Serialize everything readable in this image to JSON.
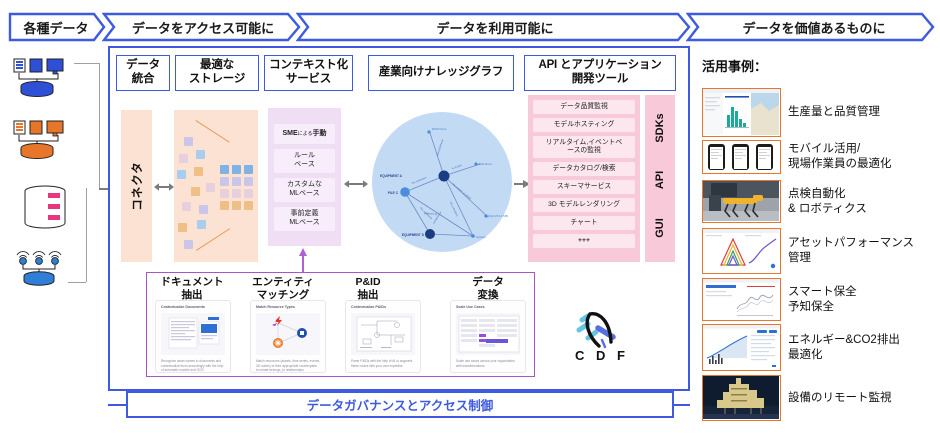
{
  "banner": {
    "steps": [
      {
        "id": "various-data",
        "text_plain": "各種データ",
        "prefix": "各種データ",
        "highlight": "",
        "suffix": ""
      },
      {
        "id": "make-accessible",
        "text_plain": "データをアクセス可能に",
        "prefix": "データを",
        "highlight": "アクセス可能に",
        "suffix": ""
      },
      {
        "id": "make-usable",
        "text_plain": "データを利用可能に",
        "prefix": "データを",
        "highlight": "利用可能",
        "suffix": "に"
      },
      {
        "id": "make-valuable",
        "text_plain": "データを価値あるものに",
        "prefix": "データを",
        "highlight": "価値あるもの",
        "suffix": "に"
      }
    ]
  },
  "platform": {
    "columns": [
      {
        "id": "data-integration",
        "label": "データ\n統合"
      },
      {
        "id": "optimal-storage",
        "label": "最適な\nストレージ"
      },
      {
        "id": "contextualization-service",
        "label": "コンテキスト化\nサービス"
      },
      {
        "id": "industrial-knowledge-graph",
        "label": "産業向けナレッジグラフ"
      },
      {
        "id": "api-and-app-dev-tools",
        "label": "API とアプリケーション\n開発ツール"
      }
    ],
    "connector_label": "コネクタ",
    "context_items": [
      {
        "id": "sme-manual",
        "main": "SME",
        "small": "による",
        "tail": "手動"
      },
      {
        "id": "rule-based",
        "main": "ルール\nベース"
      },
      {
        "id": "custom-ml",
        "main": "カスタムな\nMLベース"
      },
      {
        "id": "predefined-ml",
        "main": "事前定義\nMLベース"
      }
    ],
    "api_items": [
      {
        "id": "data-quality-monitoring",
        "label": "データ品質監視"
      },
      {
        "id": "model-hosting",
        "label": "モデルホスティング"
      },
      {
        "id": "realtime-event-monitoring",
        "label": "リアルタイム,イベントベ\nースの監視"
      },
      {
        "id": "data-catalog-search",
        "label": "データカタログ/検索"
      },
      {
        "id": "schema-service",
        "label": "スキーマサービス"
      },
      {
        "id": "3d-model-rendering",
        "label": "3D モデルレンダリング"
      },
      {
        "id": "chart",
        "label": "チャート"
      },
      {
        "id": "plus-plus-plus",
        "label": "+++"
      }
    ],
    "access_layers": [
      {
        "id": "sdks",
        "label": "SDKs"
      },
      {
        "id": "api",
        "label": "API"
      },
      {
        "id": "gui",
        "label": "GUI"
      }
    ],
    "knowledge_graph": {
      "nodes": [
        {
          "id": "equipment-a",
          "label": "EQUIPMENT A"
        },
        {
          "id": "pile-c",
          "label": "PILE C"
        },
        {
          "id": "equipment-d",
          "label": "EQUIPMENT D"
        },
        {
          "id": "rod-docs",
          "label": "ROD Docs"
        },
        {
          "id": "bolt-docs",
          "label": "Bolt Docs"
        },
        {
          "id": "coords",
          "label": "(192,374,1745)"
        },
        {
          "id": "system",
          "label": "System"
        }
      ],
      "edges": [
        {
          "id": "edge-1",
          "label": "Name Reference"
        },
        {
          "id": "edge-2",
          "label": "is_of_type"
        },
        {
          "id": "edge-3",
          "label": "has_location_at_gravity"
        },
        {
          "id": "edge-4",
          "label": "has_subsystem"
        },
        {
          "id": "edge-5",
          "label": "produced_by"
        },
        {
          "id": "edge-6",
          "label": "has_connection"
        },
        {
          "id": "edge-7",
          "label": "connected_to"
        }
      ]
    },
    "tools": [
      {
        "id": "document-extraction",
        "title": "ドキュメント\n抽出",
        "card_caption": "Contextualize Documents",
        "card_body": "Recognize asset names in documents and contextualize them accordingly with the help of automatic models and OCR."
      },
      {
        "id": "entity-matching",
        "title": "エンティティ\nマッチング",
        "card_caption": "Match Resource Types",
        "card_body": "Match resources (assets, time series, events, 3D nodes) to their appropriate counterparts to create belongs_to relationships."
      },
      {
        "id": "pid-extraction",
        "title": "P&ID\n抽出",
        "card_caption": "Contextualize P&IDs",
        "card_body": "Parse P&IDs with the help of AI or augment these nodes with your own expertise."
      },
      {
        "id": "data-transformation",
        "title": "データ\n変換",
        "card_caption": "Scale Use Cases",
        "card_body": "Scale use cases across your organization with transformations."
      }
    ],
    "logo": {
      "id": "cdf-logo",
      "text": "C D F"
    },
    "governance_label": "データガバナンスとアクセス制御"
  },
  "data_sources": [
    {
      "id": "source-blue-servers",
      "kind": "servers-database",
      "color": "#2f4fd6"
    },
    {
      "id": "source-orange-servers",
      "kind": "servers-database",
      "color": "#e8762a"
    },
    {
      "id": "source-pink-database",
      "kind": "stacked-database",
      "color": "#e8357f"
    },
    {
      "id": "source-iot-sensors",
      "kind": "wireless-sensors-database",
      "color": "#2f7fd6"
    }
  ],
  "use_cases": {
    "title": "活用事例：",
    "items": [
      {
        "id": "production-quality",
        "label": "生産量と品質管理",
        "thumb": "dashboard-chart-map"
      },
      {
        "id": "mobile-field-worker",
        "label": "モバイル活用/\n現場作業員の最適化",
        "thumb": "three-phones"
      },
      {
        "id": "inspection-robotics",
        "label": "点検自動化\n& ロボティクス",
        "thumb": "robot-dog"
      },
      {
        "id": "asset-performance",
        "label": "アセットパフォーマンス\n管理",
        "thumb": "dashboard-triangle"
      },
      {
        "id": "smart-predictive-maintenance",
        "label": "スマート保全\n予知保全",
        "thumb": "dashboard-timeseries"
      },
      {
        "id": "energy-co2",
        "label": "エネルギー&CO2排出\n最適化",
        "thumb": "dashboard-trend"
      },
      {
        "id": "remote-monitoring",
        "label": "設備のリモート監視",
        "thumb": "offshore-platform-photo"
      }
    ]
  },
  "colors": {
    "brand_blue": "#3d5ae0",
    "highlight_red": "#ef2b1f",
    "connector_peach": "#fbe2d2",
    "context_purple": "#f0def5",
    "api_pink": "#f8c9d8",
    "graph_blue": "#c3daf5",
    "tool_border_purple": "#a855c8",
    "usecase_orange": "#e8762a"
  }
}
